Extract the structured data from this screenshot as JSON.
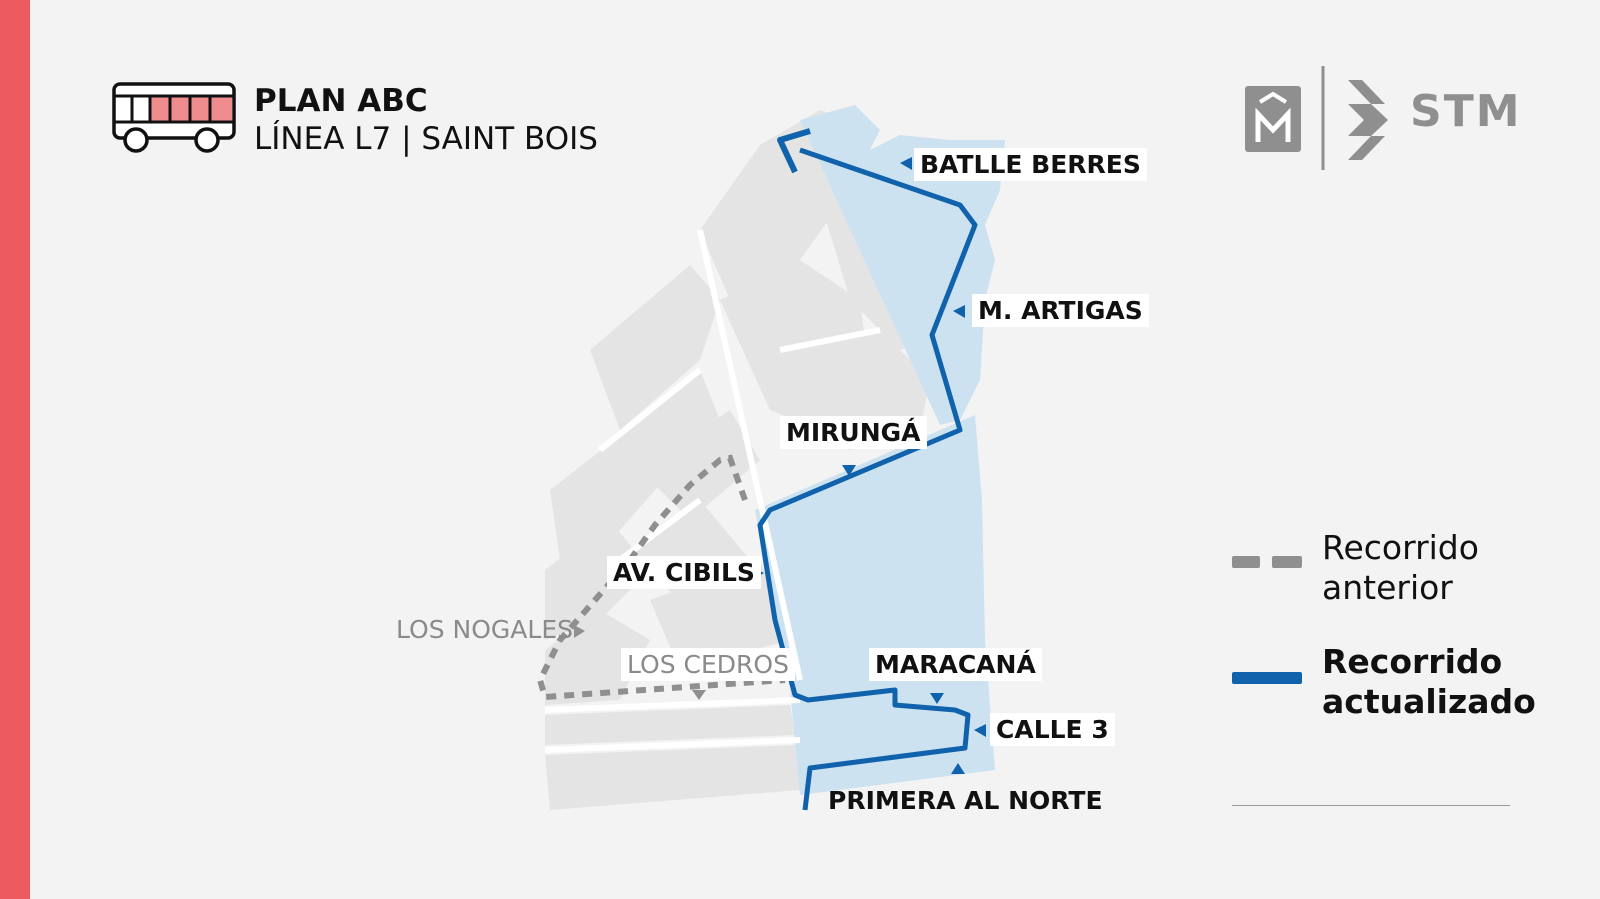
{
  "header": {
    "title": "PLAN ABC",
    "subtitle": "LÍNEA L7 | SAINT BOIS"
  },
  "logos": {
    "operator_icon": "m-icon",
    "brand_icon": "stm-chevron-icon",
    "brand_name": "STM"
  },
  "stops": {
    "batlle_berres": "BATLLE BERRES",
    "m_artigas": "M. ARTIGAS",
    "mirunga": "MIRUNGÁ",
    "av_cibils": "AV. CIBILS",
    "los_nogales": "LOS NOGALES",
    "los_cedros": "LOS CEDROS",
    "maracana": "MARACANÁ",
    "calle_3": "CALLE 3",
    "primera_al_norte": "PRIMERA AL NORTE"
  },
  "legend": {
    "previous_line1": "Recorrido",
    "previous_line2": "anterior",
    "updated_line1": "Recorrido",
    "updated_line2": "actualizado"
  },
  "colors": {
    "accent": "#ee5b5f",
    "route_updated": "#0f62ab",
    "route_previous": "#8f8f8f",
    "highlight_area": "#cde2f0",
    "city_blocks": "#e6e6e6"
  }
}
